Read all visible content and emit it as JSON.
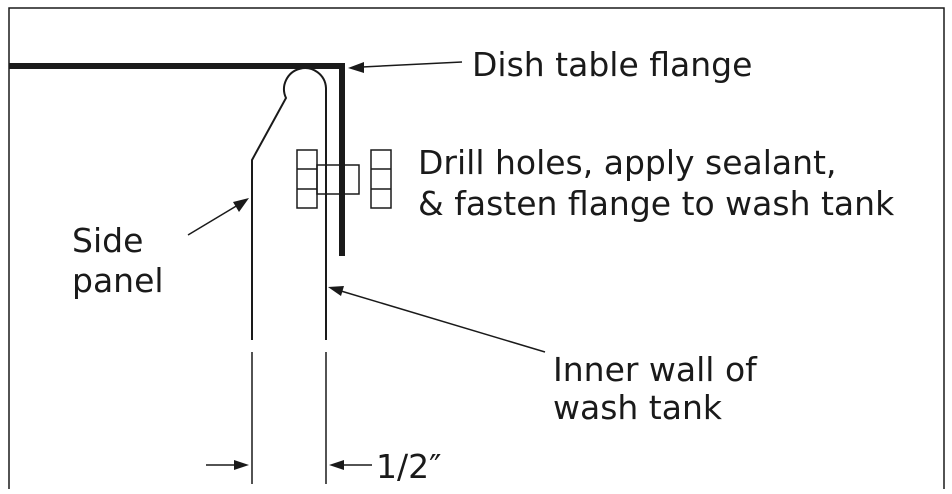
{
  "labels": {
    "flange": "Dish table flange",
    "drill_line1": "Drill holes, apply sealant,",
    "drill_line2": "& fasten flange to wash tank",
    "side_line1": "Side",
    "side_line2": "panel",
    "inner_line1": "Inner wall of",
    "inner_line2": "wash tank",
    "dimension": "1/2″"
  },
  "colors": {
    "ink": "#1a1a1a",
    "background": "#ffffff"
  }
}
